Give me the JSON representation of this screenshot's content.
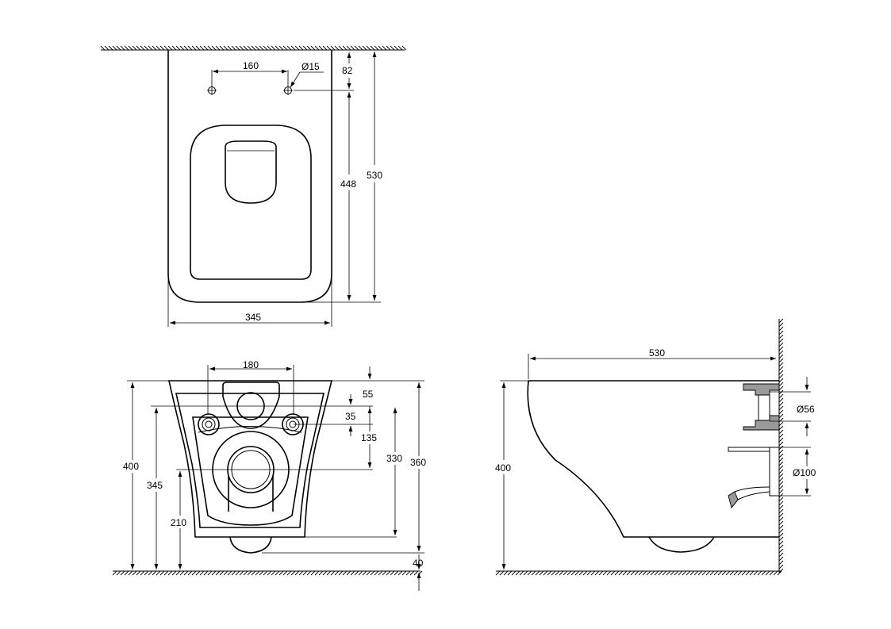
{
  "top_view": {
    "dim_hole_spacing": "160",
    "dim_hole_diameter": "Ø15",
    "dim_hole_offset": "82",
    "dim_hole_to_front": "448",
    "dim_total_length": "530",
    "dim_width": "345"
  },
  "front_view": {
    "dim_fixing_spacing": "180",
    "dim_55": "55",
    "dim_35": "35",
    "dim_135": "135",
    "dim_330": "330",
    "dim_360": "360",
    "dim_400": "400",
    "dim_345": "345",
    "dim_210": "210",
    "dim_40": "40"
  },
  "side_view": {
    "dim_length": "530",
    "dim_height": "400",
    "dim_inlet_diameter": "Ø56",
    "dim_outlet_diameter": "Ø100"
  },
  "colors": {
    "line": "#000000",
    "background": "#ffffff"
  }
}
